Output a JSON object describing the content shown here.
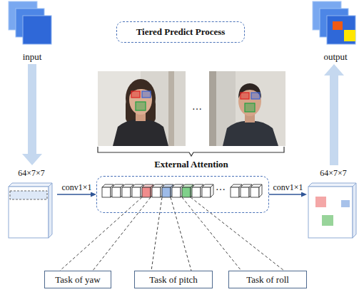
{
  "diagram": {
    "nodes": [
      {
        "text": [
          "input"
        ]
      },
      {
        "text": [
          "Tiered Predict Process"
        ]
      },
      {
        "text": [
          "output"
        ]
      },
      {
        "text": [
          "64×7×7"
        ]
      },
      {
        "text": [
          "…"
        ]
      },
      {
        "text": [
          "64×7×7"
        ]
      },
      {
        "text": [
          "Task of yaw"
        ]
      },
      {
        "text": [
          "Task of pitch"
        ]
      },
      {
        "text": [
          "Task of roll"
        ]
      }
    ],
    "edges": [
      {
        "from": 0,
        "to": 3,
        "arrow": "to"
      },
      {
        "from": 3,
        "to": 4,
        "label": "conv1×1",
        "arrow": "to"
      },
      {
        "from": 4,
        "to": 5,
        "label": "conv1×1",
        "arrow": "to"
      },
      {
        "from": 5,
        "to": 2,
        "arrow": "to"
      }
    ],
    "labels": [
      "…",
      "External Attention"
    ]
  }
}
